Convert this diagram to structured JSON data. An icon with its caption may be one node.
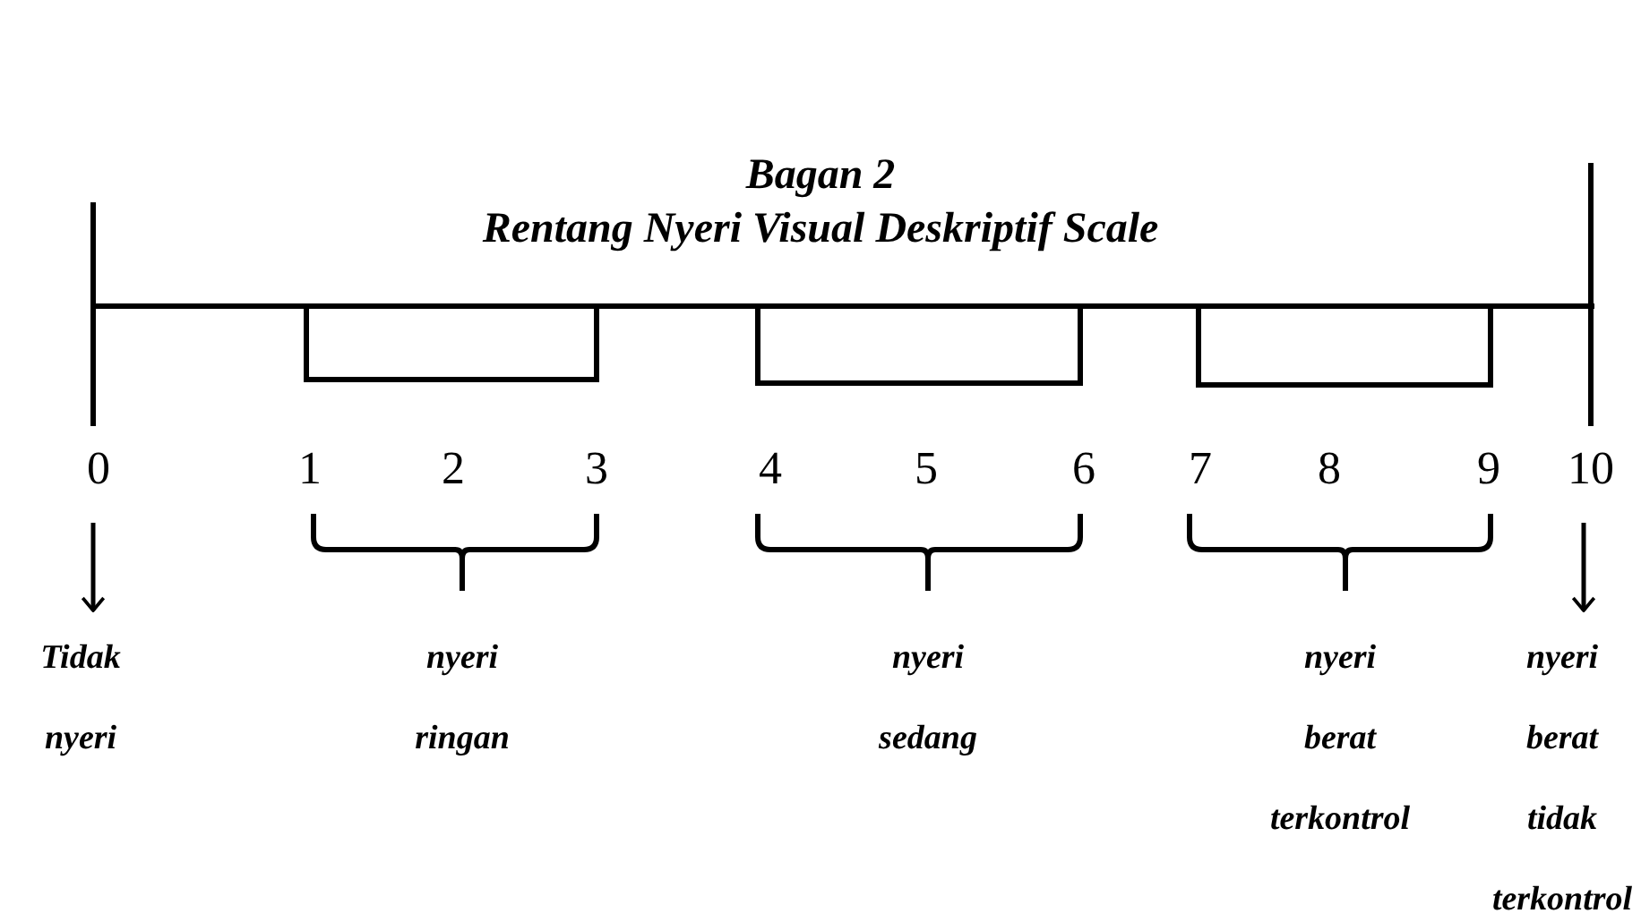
{
  "diagram": {
    "title": "Bagan 2",
    "nodes": [
      {
        "text": [
          "0"
        ]
      },
      {
        "text": [
          "Tidak nyeri"
        ]
      },
      {
        "text": [
          "nyeri ringan"
        ]
      },
      {
        "text": [
          "nyeri sedang"
        ]
      },
      {
        "text": [
          "nyeri berat terkontrol"
        ]
      },
      {
        "text": [
          "10"
        ]
      },
      {
        "text": [
          "nyeri berat tidak terkontrol"
        ]
      }
    ],
    "edges": [
      {
        "from": 0,
        "to": 1,
        "arrow": "to"
      },
      {
        "from": 5,
        "to": 6,
        "arrow": "to"
      }
    ],
    "labels": [
      "Rentang Nyeri Visual Deskriptif  Scale",
      "1",
      "2",
      "3",
      "4",
      "5",
      "6",
      "7",
      "8",
      "9"
    ]
  }
}
